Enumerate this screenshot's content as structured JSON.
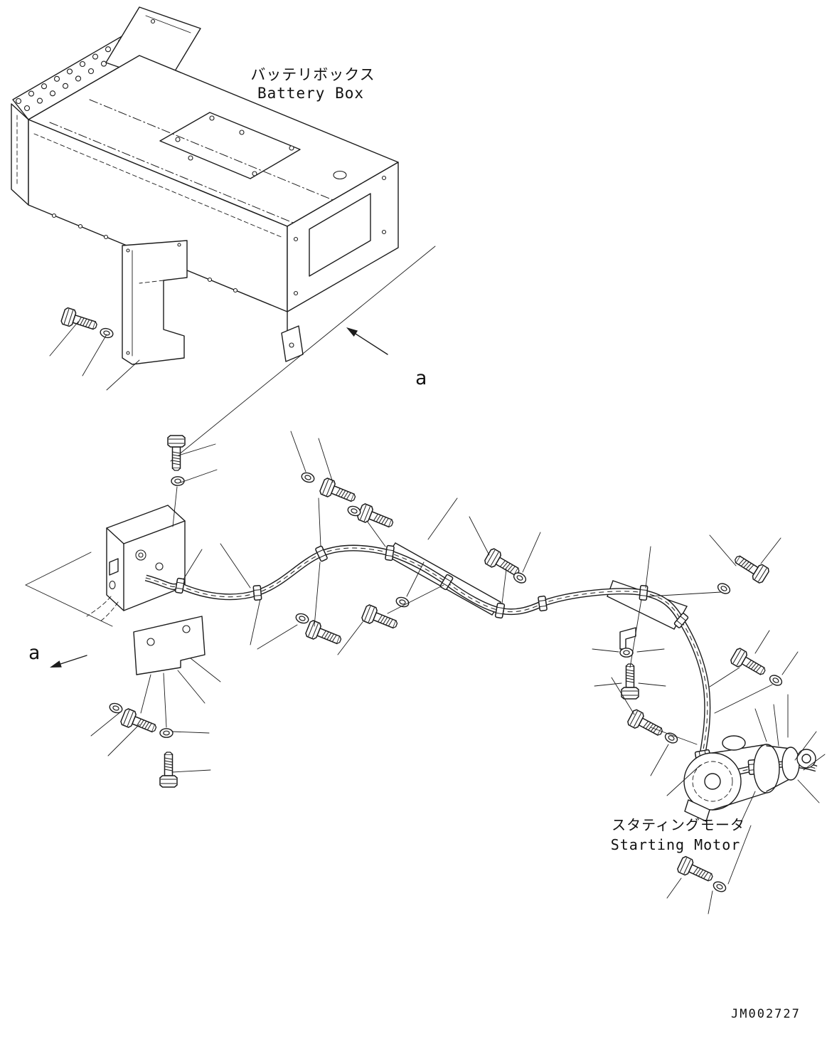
{
  "colors": {
    "background": "#ffffff",
    "ink": "#1c1c1c"
  },
  "labels": {
    "battery_box_jp": "バッテリボックス",
    "battery_box_en": "Battery Box",
    "starting_motor_jp": "スタティングモータ",
    "starting_motor_en": "Starting Motor",
    "view_a_top": "a",
    "view_a_side": "a",
    "drawing_number": "JM002727"
  }
}
